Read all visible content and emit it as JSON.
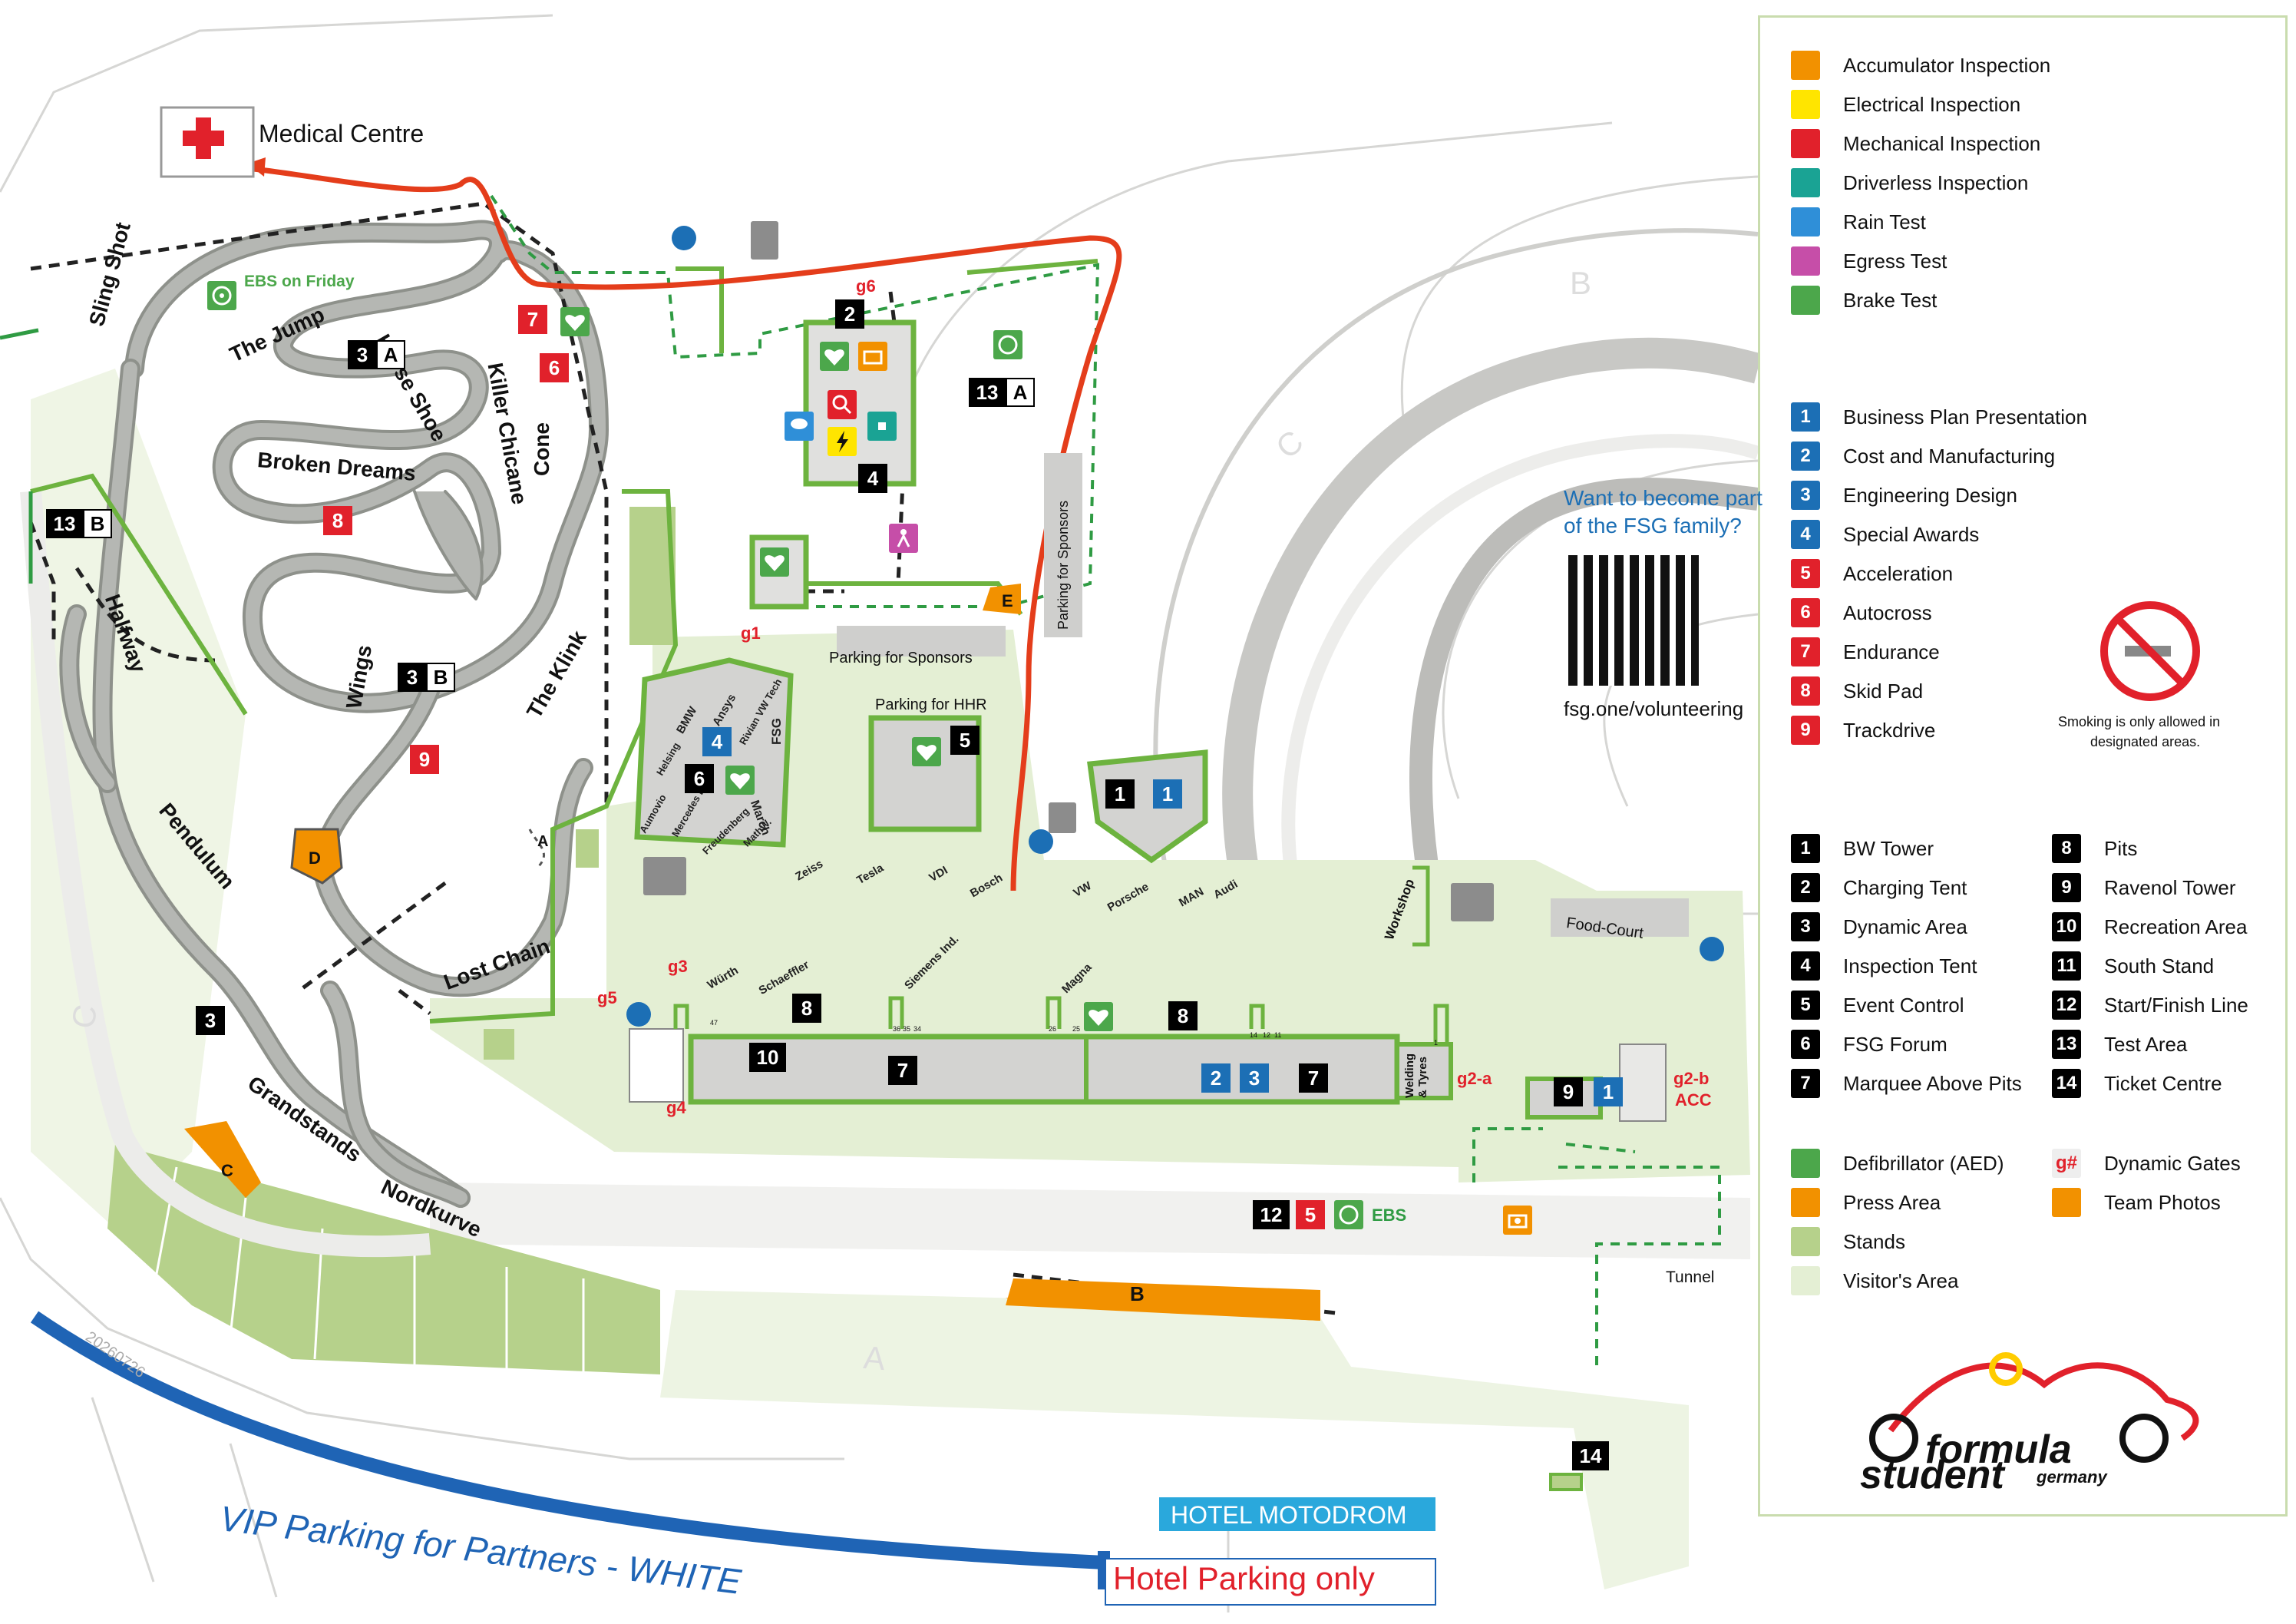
{
  "colors": {
    "track": "#b5b7b3",
    "track_border": "#8e918b",
    "visitor": "#e4efd4",
    "stands": "#b6d18b",
    "green_line": "#6db33f",
    "route_red": "#e43d1b",
    "press": "#f29100",
    "business_blue": "#1c6fb5",
    "dyn_red": "#e1212b",
    "vip_blue": "#1f64b5",
    "hotel_cyan": "#2aa8dc"
  },
  "map": {
    "medical_centre": "Medical Centre",
    "ebs_friday": "EBS on Friday",
    "track_labels": {
      "sling_shot": "Sling Shot",
      "the_jump": "The Jump",
      "horse_shoe": "Horse Shoe",
      "killer_chicane": "Killer Chicane",
      "cone": "Cone",
      "broken_dreams": "Broken Dreams",
      "halfway": "Halfway",
      "wings": "Wings",
      "the_klink": "The Klink",
      "pendulum": "Pendulum",
      "lost_chain": "Lost Chain",
      "grandstands": "Grandstands",
      "nordkurve": "Nordkurve"
    },
    "areas": {
      "parking_sponsors_h": "Parking for Sponsors",
      "parking_sponsors_v": "Parking for Sponsors",
      "parking_hhr": "Parking for HHR",
      "food_court": "Food-Court",
      "workshop": "Workshop",
      "welding": "Welding & Tyres",
      "tunnel": "Tunnel",
      "hotel_motodrom": "HOTEL MOTODROM",
      "hotel_parking": "Hotel Parking only",
      "vip_parking": "VIP Parking for Partners - WHITE",
      "ebs": "EBS",
      "acc": "ACC",
      "date_code": "20260726"
    },
    "grandstand_letters": {
      "a": "A",
      "b": "B",
      "c": "C",
      "c2": "C"
    },
    "press_letters": {
      "a": "A",
      "b": "B",
      "c": "C",
      "d": "D",
      "e": "E"
    },
    "gates": {
      "g1": "g1",
      "g2a": "g2-a",
      "g2b": "g2-b",
      "g3": "g3",
      "g4": "g4",
      "g5": "g5",
      "g6": "g6"
    },
    "fsg_sponsors": {
      "bmw": "BMW",
      "ansys": "Ansys",
      "rivian": "Rivian VW Tech",
      "fsg": "FSG",
      "helsing": "Helsing",
      "aumovio": "Aumovio",
      "mercedes": "Mercedes Benz",
      "freudenberg": "Freudenberg",
      "march": "March",
      "mathw": "MathW."
    },
    "row_sponsors": {
      "zeiss": "Zeiss",
      "tesla": "Tesla",
      "vdi": "VDI",
      "bosch": "Bosch",
      "vw": "VW",
      "porsche": "Porsche",
      "man": "MAN",
      "audi": "Audi",
      "wurth": "Würth",
      "schaeffler": "Schaeffler",
      "siemens": "Siemens Ind.",
      "magna": "Magna"
    },
    "pit_numbers": {
      "p47": "47",
      "p36": "36",
      "p35": "35",
      "p34": "34",
      "p26": "26",
      "p25": "25",
      "p14": "14",
      "p12": "12",
      "p11": "11",
      "p1": "1"
    },
    "nums": {
      "n1": "1",
      "n2": "2",
      "n3": "3",
      "n4": "4",
      "n5": "5",
      "n6": "6",
      "n7": "7",
      "n8": "8",
      "n9": "9",
      "n10": "10",
      "n12": "12",
      "n13": "13",
      "n14": "14",
      "la": "A",
      "lb": "B"
    }
  },
  "recruit": {
    "headline_1": "Want to become part",
    "headline_2": "of the FSG family?",
    "url": "fsg.one/volunteering"
  },
  "smoking_note_1": "Smoking is only allowed in",
  "smoking_note_2": "designated areas.",
  "legend": {
    "inspections": [
      {
        "label": "Accumulator Inspection",
        "color": "#f29100",
        "icon": "battery-icon"
      },
      {
        "label": "Electrical Inspection",
        "color": "#ffe500",
        "icon": "lightning-icon"
      },
      {
        "label": "Mechanical Inspection",
        "color": "#e1212b",
        "icon": "magnifier-icon"
      },
      {
        "label": "Driverless Inspection",
        "color": "#1aa394",
        "icon": "sensor-icon"
      },
      {
        "label": "Rain Test",
        "color": "#2f8fd8",
        "icon": "rain-cloud-icon"
      },
      {
        "label": "Egress Test",
        "color": "#c64ea8",
        "icon": "driver-egress-icon"
      },
      {
        "label": "Brake Test",
        "color": "#4ca74b",
        "icon": "brake-disc-icon"
      }
    ],
    "statics": [
      {
        "n": "1",
        "label": "Business Plan Presentation"
      },
      {
        "n": "2",
        "label": "Cost and Manufacturing"
      },
      {
        "n": "3",
        "label": "Engineering Design"
      },
      {
        "n": "4",
        "label": "Special Awards"
      }
    ],
    "dynamics": [
      {
        "n": "5",
        "label": "Acceleration"
      },
      {
        "n": "6",
        "label": "Autocross"
      },
      {
        "n": "7",
        "label": "Endurance"
      },
      {
        "n": "8",
        "label": "Skid Pad"
      },
      {
        "n": "9",
        "label": "Trackdrive"
      }
    ],
    "locations_left": [
      {
        "n": "1",
        "label": "BW Tower"
      },
      {
        "n": "2",
        "label": "Charging Tent"
      },
      {
        "n": "3",
        "label": "Dynamic Area"
      },
      {
        "n": "4",
        "label": "Inspection Tent"
      },
      {
        "n": "5",
        "label": "Event Control"
      },
      {
        "n": "6",
        "label": "FSG Forum"
      },
      {
        "n": "7",
        "label": "Marquee Above Pits"
      }
    ],
    "locations_right": [
      {
        "n": "8",
        "label": "Pits"
      },
      {
        "n": "9",
        "label": "Ravenol Tower"
      },
      {
        "n": "10",
        "label": "Recreation Area"
      },
      {
        "n": "11",
        "label": "South Stand"
      },
      {
        "n": "12",
        "label": "Start/Finish Line"
      },
      {
        "n": "13",
        "label": "Test Area"
      },
      {
        "n": "14",
        "label": "Ticket Centre"
      }
    ],
    "misc_left": [
      {
        "label": "Defibrillator (AED)",
        "color": "#4ca74b",
        "icon": "aed-heart-icon"
      },
      {
        "label": "Press Area",
        "color": "#f29100",
        "icon": "press-swatch"
      },
      {
        "label": "Stands",
        "color": "#b6d18b",
        "icon": "stands-swatch"
      },
      {
        "label": "Visitor's Area",
        "color": "#e4efd4",
        "icon": "visitor-swatch"
      }
    ],
    "misc_right": [
      {
        "glyph": "g#",
        "label": "Dynamic Gates"
      },
      {
        "label": "Team Photos",
        "icon": "camera-icon"
      }
    ]
  },
  "logo": {
    "word1": "formula",
    "word2": "student",
    "word3": "germany"
  }
}
